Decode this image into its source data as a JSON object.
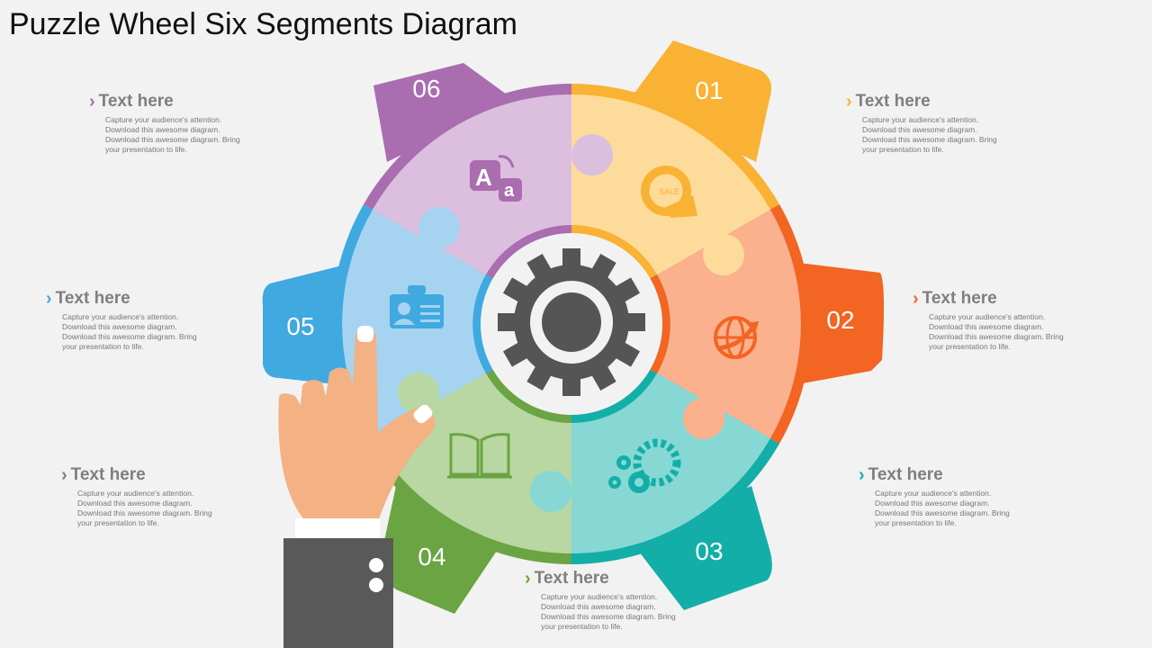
{
  "title": "Puzzle Wheel Six Segments Diagram",
  "segments": [
    {
      "number": "01",
      "icon": "sale-megaphone-icon",
      "color_dark": "#f9b233",
      "color_light": "#fddb9a"
    },
    {
      "number": "02",
      "icon": "globe-arrow-icon",
      "color_dark": "#f26522",
      "color_light": "#fbb08e"
    },
    {
      "number": "03",
      "icon": "gears-icon",
      "color_dark": "#13aea8",
      "color_light": "#87d8d4"
    },
    {
      "number": "04",
      "icon": "open-book-icon",
      "color_dark": "#6aa443",
      "color_light": "#b8d7a2"
    },
    {
      "number": "05",
      "icon": "id-card-icon",
      "color_dark": "#3fa9e0",
      "color_light": "#a6d3ef"
    },
    {
      "number": "06",
      "icon": "translate-letters-icon",
      "color_dark": "#a96db0",
      "color_light": "#dcbfdf"
    }
  ],
  "center_icon": "gear-icon",
  "callouts": [
    {
      "title": "Text here",
      "lines": [
        "Capture your audience's attention.",
        "Download  this awesome diagram.",
        "Download  this awesome diagram. Bring",
        "your presentation to life."
      ],
      "color": "#f9b233"
    },
    {
      "title": "Text here",
      "lines": [
        "Capture your audience's attention.",
        "Download  this awesome diagram.",
        "Download  this awesome diagram. Bring",
        "your presentation to life."
      ],
      "color": "#f26522"
    },
    {
      "title": "Text here",
      "lines": [
        "Capture your audience's attention.",
        "Download  this awesome diagram.",
        "Download  this awesome diagram. Bring",
        "your presentation to life."
      ],
      "color": "#13aea8"
    },
    {
      "title": "Text here",
      "lines": [
        "Capture your audience's attention.",
        "Download  this awesome diagram.",
        "Download  this awesome diagram. Bring",
        "your presentation to life."
      ],
      "color": "#6aa443"
    },
    {
      "title": "Text here",
      "lines": [
        "Capture your audience's attention.",
        "Download  this awesome diagram.",
        "Download  this awesome diagram. Bring",
        "your presentation to life."
      ],
      "color": "#7f7f7f"
    },
    {
      "title": "Text here",
      "lines": [
        "Capture your audience's attention.",
        "Download  this awesome diagram.",
        "Download  this awesome diagram. Bring",
        "your presentation to life."
      ],
      "color": "#3fa9e0"
    },
    {
      "title": "Text here",
      "lines": [
        "Capture your audience's attention.",
        "Download  this awesome diagram.",
        "Download  this awesome diagram. Bring",
        "your presentation to life."
      ],
      "color": "#a96db0"
    }
  ]
}
